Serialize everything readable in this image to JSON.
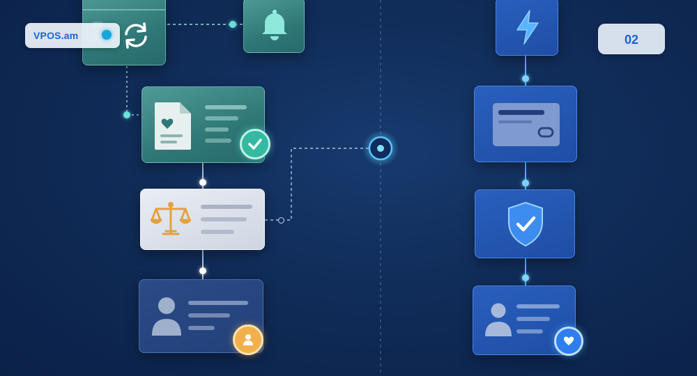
{
  "brand": {
    "name": "VPOS.am",
    "accent": "#1e63d6",
    "dot_color": "#16a6d9"
  },
  "page_number": "02",
  "palette": {
    "background": "#102c58",
    "teal_card": "#2f7877",
    "light_card": "#d8dee8",
    "navy_card": "#22407a",
    "blue_card": "#1e4ea6",
    "orange_badge": "#f2b04c",
    "green_badge": "#35b9a3",
    "gold_icon": "#e3a13f"
  },
  "left_flow": [
    {
      "name": "calendar-sync-card",
      "icon": "sync-icon"
    },
    {
      "name": "notification-card",
      "icon": "bell-icon"
    },
    {
      "name": "medical-document-card",
      "icon": "heart-document-icon",
      "badge": "check-icon"
    },
    {
      "name": "legal-card",
      "icon": "scales-icon"
    },
    {
      "name": "user-profile-card",
      "icon": "user-icon",
      "badge": "person-icon"
    }
  ],
  "right_flow": [
    {
      "name": "power-card",
      "icon": "lightning-icon"
    },
    {
      "name": "payment-card",
      "icon": "credit-card-icon"
    },
    {
      "name": "security-card",
      "icon": "shield-check-icon"
    },
    {
      "name": "user-card",
      "icon": "user-icon",
      "badge": "heart-icon"
    }
  ],
  "hub": {
    "icon": "connection-node-icon"
  }
}
